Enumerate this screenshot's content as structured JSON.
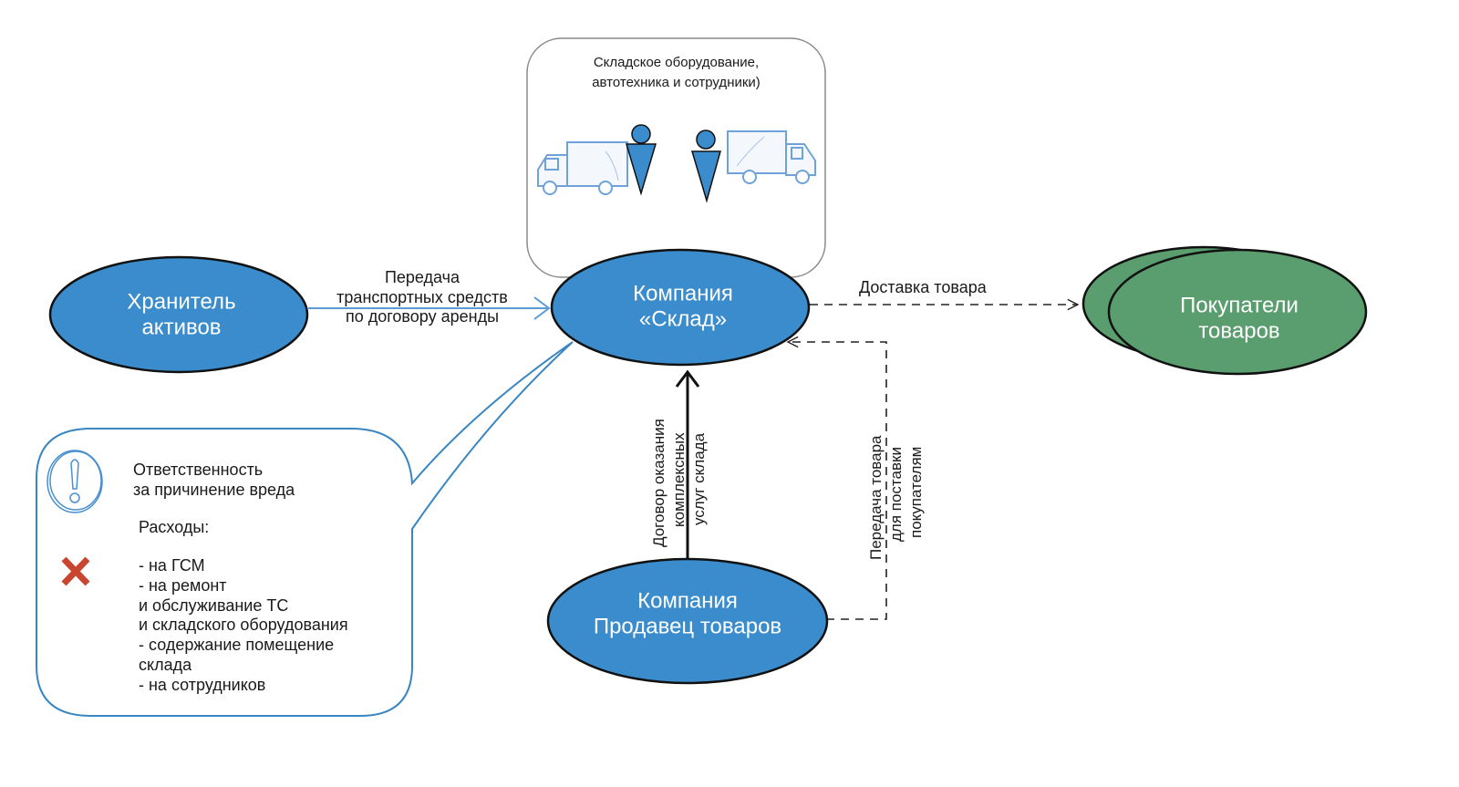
{
  "colors": {
    "node_blue": "#3a8ccc",
    "node_green": "#5a9d6e",
    "outline": "#111111",
    "callout_border": "#3a86c2",
    "equipment_border": "#8a8a8a",
    "icon_blue": "#4a8fd0",
    "x_red": "#c8452f",
    "text": "#1a1a1a"
  },
  "equipment_box": {
    "caption_line1": "Складское оборудование,",
    "caption_line2": "автотехника и сотрудники)",
    "icons": [
      "truck-icon",
      "person-icon",
      "person-icon",
      "truck-icon"
    ]
  },
  "nodes": {
    "asset_keeper": {
      "line1": "Хранитель",
      "line2": "активов"
    },
    "warehouse": {
      "line1": "Компания",
      "line2": "«Склад»"
    },
    "buyers": {
      "line1": "Покупатели",
      "line2": "товаров"
    },
    "seller": {
      "line1": "Компания",
      "line2": "Продавец товаров"
    }
  },
  "edges": {
    "lease": {
      "style": "solid-blue",
      "line1": "Передача",
      "line2": "транспортных средств",
      "line3": "по договору аренды"
    },
    "delivery": {
      "style": "dashed",
      "label": "Доставка товара"
    },
    "service_contract": {
      "style": "solid-black",
      "line1": "Договор оказания",
      "line2": "комплексных",
      "line3": "услуг склада"
    },
    "goods_transfer": {
      "style": "dashed",
      "line1": "Передача товара",
      "line2": "для поставки",
      "line3": "покупателям"
    }
  },
  "callout": {
    "liability_icon": "exclamation-icon",
    "liability_line1": "Ответственность",
    "liability_line2": "за причинение вреда",
    "expenses_icon": "x-mark-icon",
    "expenses_title": "Расходы:",
    "expense_items": [
      "- на ГСМ",
      "- на ремонт",
      "и обслуживание ТС",
      "и складского оборудования",
      "- содержание помещение",
      "склада",
      "- на сотрудников"
    ]
  }
}
